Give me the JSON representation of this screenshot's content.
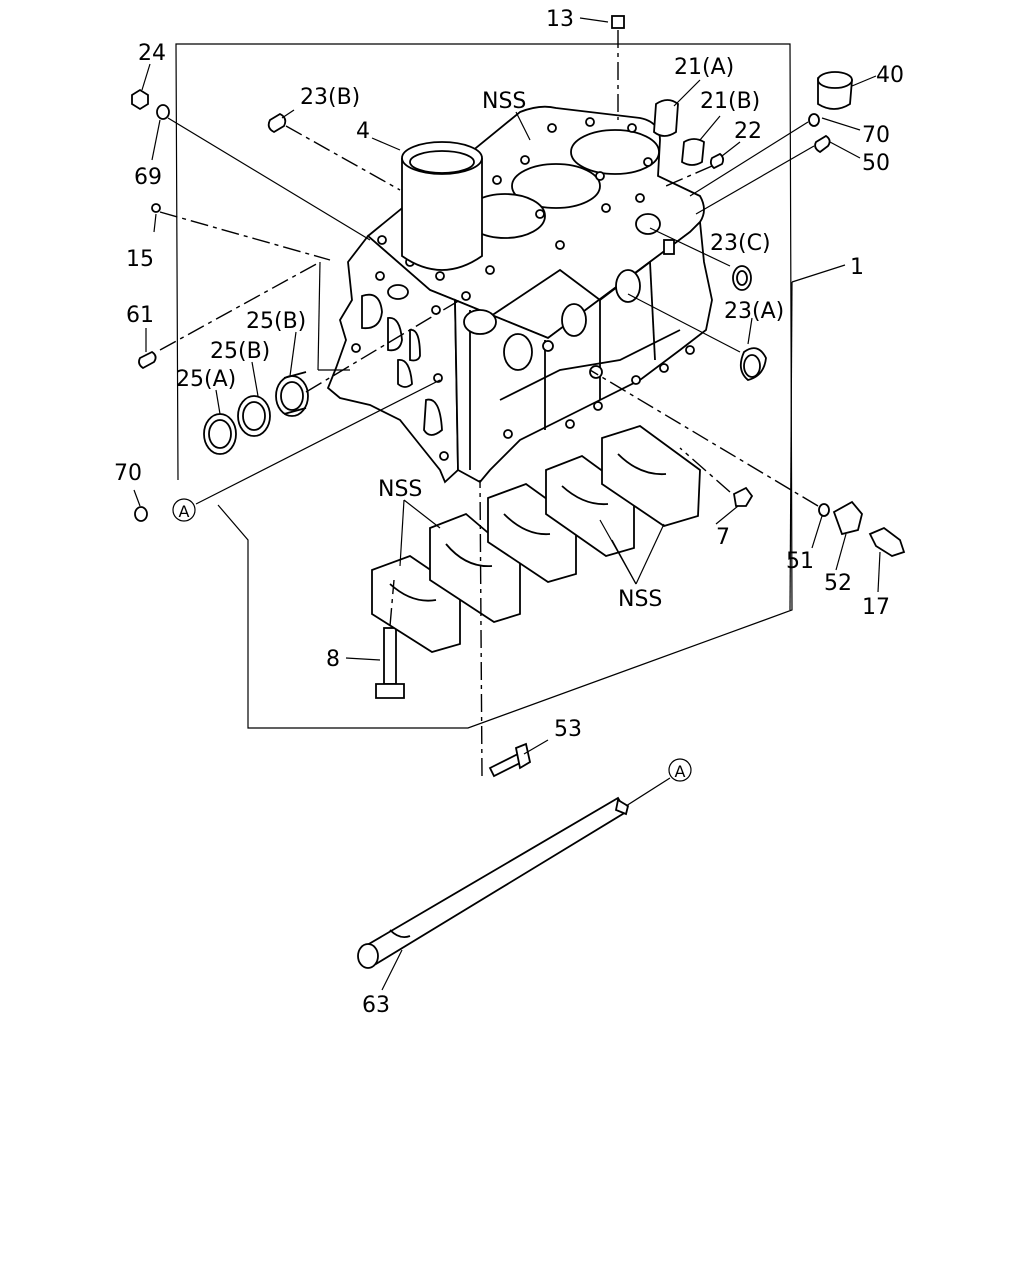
{
  "diagram": {
    "labels": {
      "p13": "13",
      "p24": "24",
      "p23b_top": "23(B)",
      "p4": "4",
      "nss_top": "NSS",
      "p21a": "21(A)",
      "p21b": "21(B)",
      "p22": "22",
      "p40": "40",
      "p70_top": "70",
      "p50": "50",
      "p69": "69",
      "p15": "15",
      "p23c": "23(C)",
      "p1": "1",
      "p61": "61",
      "p25b_upper": "25(B)",
      "p25b_lower": "25(B)",
      "p25a_left": "25(A)",
      "p23a_right": "23(A)",
      "p70_left": "70",
      "nss_left": "NSS",
      "p7": "7",
      "p51": "51",
      "p52": "52",
      "p17": "17",
      "nss_right": "NSS",
      "p8": "8",
      "p53": "53",
      "p63": "63"
    },
    "markers": {
      "a_left": "A",
      "a_tube": "A"
    }
  }
}
